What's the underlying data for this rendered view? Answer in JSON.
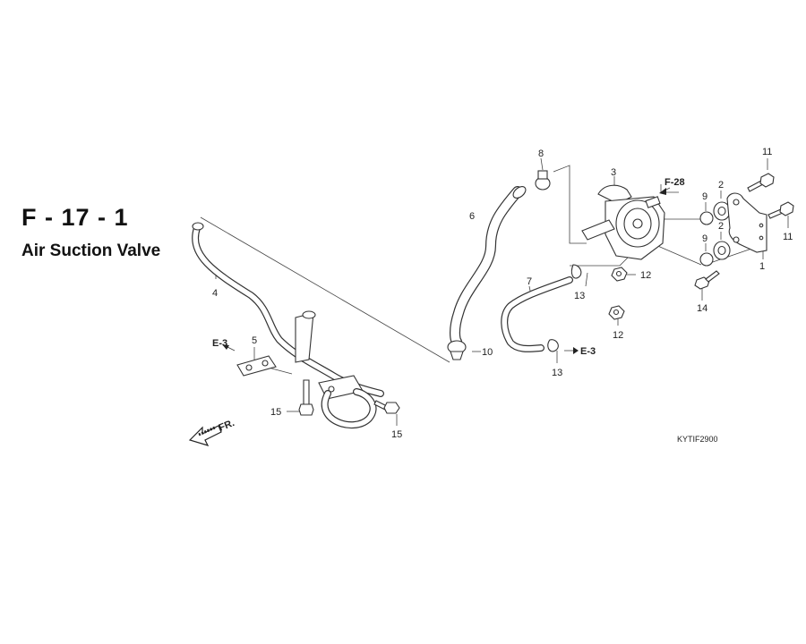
{
  "figure": {
    "code": "F - 17 - 1",
    "title": "Air Suction Valve",
    "catalog_code": "KYTIF2900"
  },
  "references": {
    "e3_left": "E-3",
    "e3_right": "E-3",
    "f28": "F-28",
    "front": "FR."
  },
  "callouts": [
    "1",
    "2",
    "2",
    "3",
    "4",
    "5",
    "6",
    "7",
    "8",
    "9",
    "9",
    "10",
    "11",
    "11",
    "12",
    "12",
    "13",
    "13",
    "14",
    "15",
    "15"
  ]
}
